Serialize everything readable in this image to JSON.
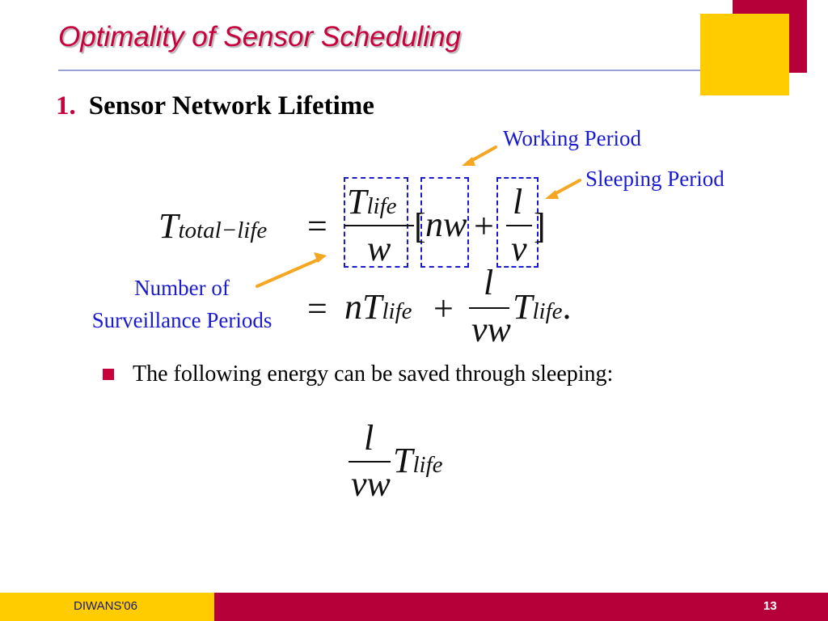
{
  "title": "Optimality of Sensor Scheduling",
  "heading": {
    "number": "1.",
    "text": "Sensor Network Lifetime"
  },
  "annotations": {
    "working_period": "Working Period",
    "sleeping_period": "Sleeping Period",
    "number_of_line1": "Number of",
    "number_of_line2": "Surveillance Periods"
  },
  "equation": {
    "lhs_base": "T",
    "lhs_sub": "total−life",
    "equals": "=",
    "frac1_num_base": "T",
    "frac1_num_sub": "life",
    "frac1_den": "w",
    "bracket_open": "[",
    "nw": "nw",
    "plus": "+",
    "frac2_num": "l",
    "frac2_den": "v",
    "bracket_close": "]",
    "line2_n": "n",
    "line2_T": "T",
    "line2_sub": "life",
    "line2_frac_num": "l",
    "line2_frac_den": "vw",
    "line2_T2": "T",
    "line2_sub2": "life",
    "period": "."
  },
  "bullet": "The following energy can be saved through sleeping:",
  "saved_formula": {
    "num": "l",
    "den": "vw",
    "T": "T",
    "sub": "life"
  },
  "footer": {
    "label": "DIWANS'06",
    "page": "13"
  },
  "colors": {
    "accent_red": "#b5003a",
    "accent_yellow": "#ffcc00",
    "annotation_blue": "#1a1ad0",
    "arrow_orange": "#f5a623"
  }
}
